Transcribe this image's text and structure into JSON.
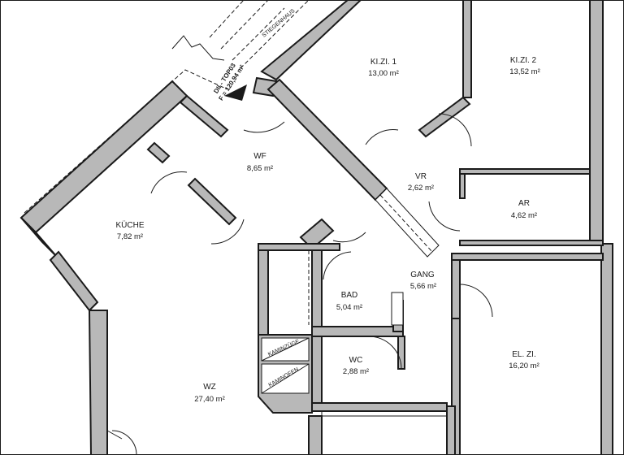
{
  "unit": {
    "name": "DII - TOP03",
    "area": "F = 120,94 m²"
  },
  "labels": {
    "staircase": "STIEGENHAUS",
    "flue_1": "KAMINZÜGE",
    "flue_2": "KAMINOFEN"
  },
  "rooms": [
    {
      "name": "KI.ZI. 1",
      "area": "13,00 m²"
    },
    {
      "name": "KI.ZI. 2",
      "area": "13,52 m²"
    },
    {
      "name": "WF",
      "area": "8,65 m²"
    },
    {
      "name": "VR",
      "area": "2,62 m²"
    },
    {
      "name": "AR",
      "area": "4,62 m²"
    },
    {
      "name": "KÜCHE",
      "area": "7,82 m²"
    },
    {
      "name": "GANG",
      "area": "5,66 m²"
    },
    {
      "name": "BAD",
      "area": "5,04 m²"
    },
    {
      "name": "WC",
      "area": "2,88 m²"
    },
    {
      "name": "EL. ZI.",
      "area": "16,20 m²"
    },
    {
      "name": "WZ",
      "area": "27,40 m²"
    }
  ]
}
